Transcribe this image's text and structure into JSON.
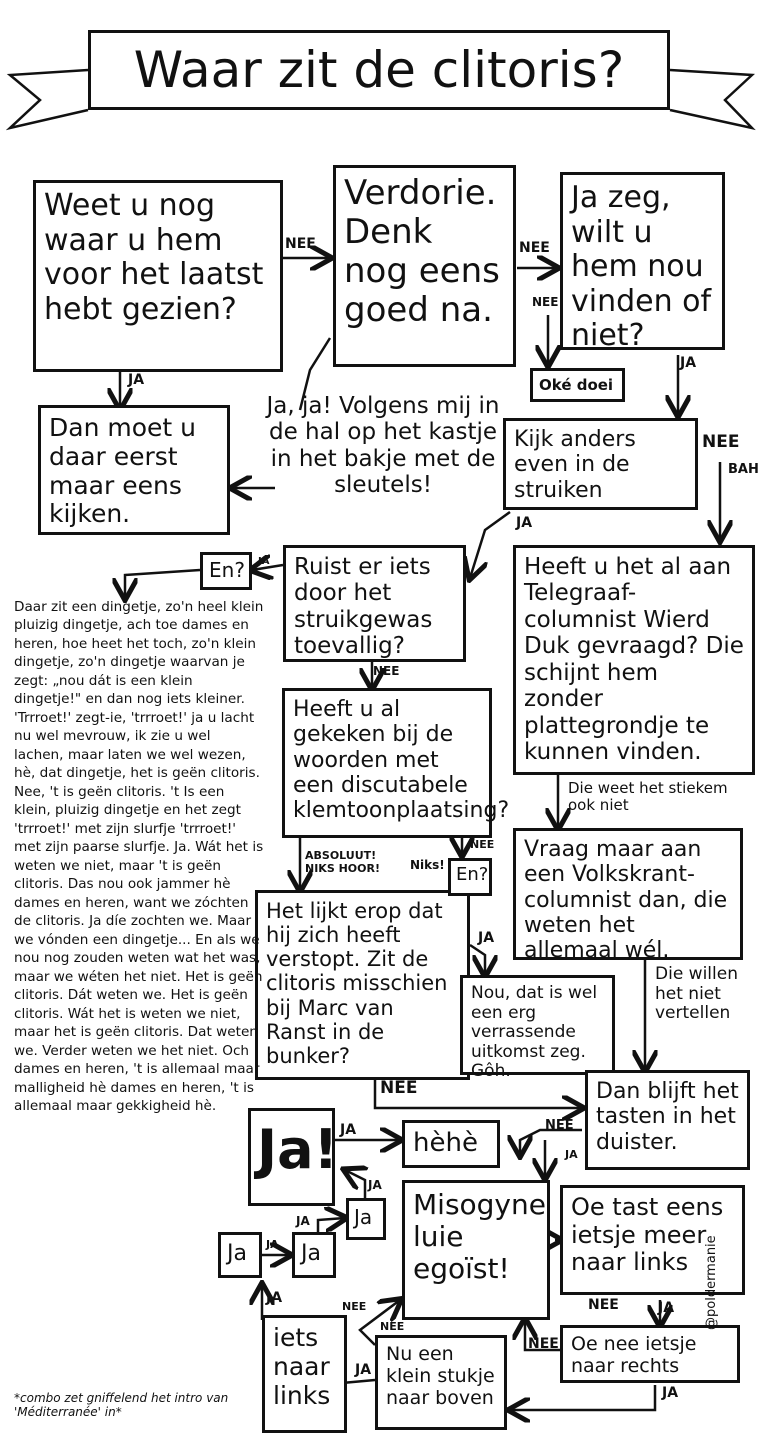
{
  "title": "Waar zit de clitoris?",
  "nodes": {
    "q1": "Weet u nog waar u hem voor het laatst hebt gezien?",
    "verdorie": "Verdorie. Denk nog eens goed na.",
    "jazeg": "Ja zeg, wilt u hem nou vinden of niet?",
    "okedoei": "Oké doei",
    "danmoet": "Dan moet u daar eerst maar eens kijken.",
    "jaja": "Ja, ja! Volgens mij in de hal op het kastje in het bakje met de sleutels!",
    "kijk": "Kijk anders even in de struiken",
    "ruist": "Ruist er iets door het struikgewas toevallig?",
    "en1": "En?",
    "heeftwierd": "Heeft u het al aan Telegraaf-columnist Wierd Duk gevraagd? Die schijnt hem zonder plattegrondje te kunnen vinden.",
    "heeftwoorden": "Heeft u al gekeken bij de woorden met een discutabele klemtoonplaatsing?",
    "vraag": "Vraag maar aan een Volkskrant-columnist dan, die weten het allemaal wél.",
    "lijkt": "Het lijkt erop dat hij zich heeft verstopt. Zit de clitoris misschien bij Marc van Ranst in de bunker?",
    "en2": "En?",
    "nou": "Nou, dat is wel een erg verrassende uitkomst zeg. Gôh.",
    "blijft": "Dan blijft het tasten in het duister.",
    "ja_big": "Ja!",
    "hehe": "hèhè",
    "ja1": "Ja",
    "ja2": "Ja",
    "ja3": "Ja",
    "misogyne": "Misogyne luie egoïst!",
    "oetast": "Oe tast eens ietsje meer naar links",
    "iets": "iets naar links",
    "nueen": "Nu een klein stukje naar boven",
    "oenee": "Oe nee ietsje naar rechts",
    "story": "Daar zit een dingetje, zo'n heel klein pluizig dingetje, ach toe dames en heren, hoe heet het toch, zo'n klein dingetje, zo'n dingetje waarvan je zegt: „nou dát is een klein dingetje!\" en dan nog iets kleiner. 'Trrroet!' zegt-ie, 'trrroet!' ja u lacht nu wel mevrouw, ik zie u wel lachen, maar laten we wel wezen, hè, dat dingetje, het is geën clitoris. Nee, 't is geën clitoris. 't Is een klein, pluizig dingetje en het zegt 'trrroet!' met zijn slurfje 'trrroet!' met zijn paarse slurfje. Ja. Wát het is weten we niet, maar 't is geën clitoris. Das nou ook jammer hè dames en heren, want we zóchten de clitoris. Ja díe zochten we. Maar we vónden een dingetje... En als we nou nog zouden weten wat het was, maar we wéten het niet. Het is geën clitoris. Dát weten we. Het is geën clitoris. Wát het is weten we niet, maar het is geën clitoris. Dat weten we. Verder weten we het niet. Och dames en heren, 't is allemaal maar malligheid hè dames en heren, 't is allemaal maar gekkigheid hè.",
    "footnote": "*combo zet gniffelend het intro van 'Méditerranée' in*",
    "credit": "@poldermanie"
  },
  "edges": {
    "nee": "NEE",
    "ja": "JA",
    "bah": "BAH",
    "dieweet": "Die weet het stiekem ook niet",
    "diewillen": "Die willen het niet vertellen",
    "absoluut": "ABSOLUUT! NIKS HOOR!",
    "niks": "Niks!"
  }
}
